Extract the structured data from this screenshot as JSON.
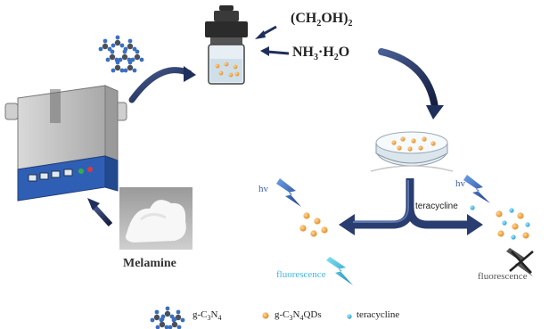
{
  "labels": {
    "ethylene_glycol": "(CH2OH)2",
    "ammonia": "NH3·H2O",
    "melamine": "Melamine",
    "hv_left": "hv",
    "hv_right": "hv",
    "teracycline_arrow": "teracycline",
    "fluorescence_left": "fluorescence",
    "fluorescence_right": "fluorescence"
  },
  "legend": {
    "gcn": "g-C3N4",
    "qds": "g-C3N4QDs",
    "teracycline": "teracycline"
  },
  "colors": {
    "arrow_navy": "#1f2f5c",
    "qd_orange": "#f0a042",
    "tc_cyan": "#35b4e6",
    "fluorescence_cyan": "#3fb6e0",
    "hv_blue": "#3d5fa8"
  }
}
